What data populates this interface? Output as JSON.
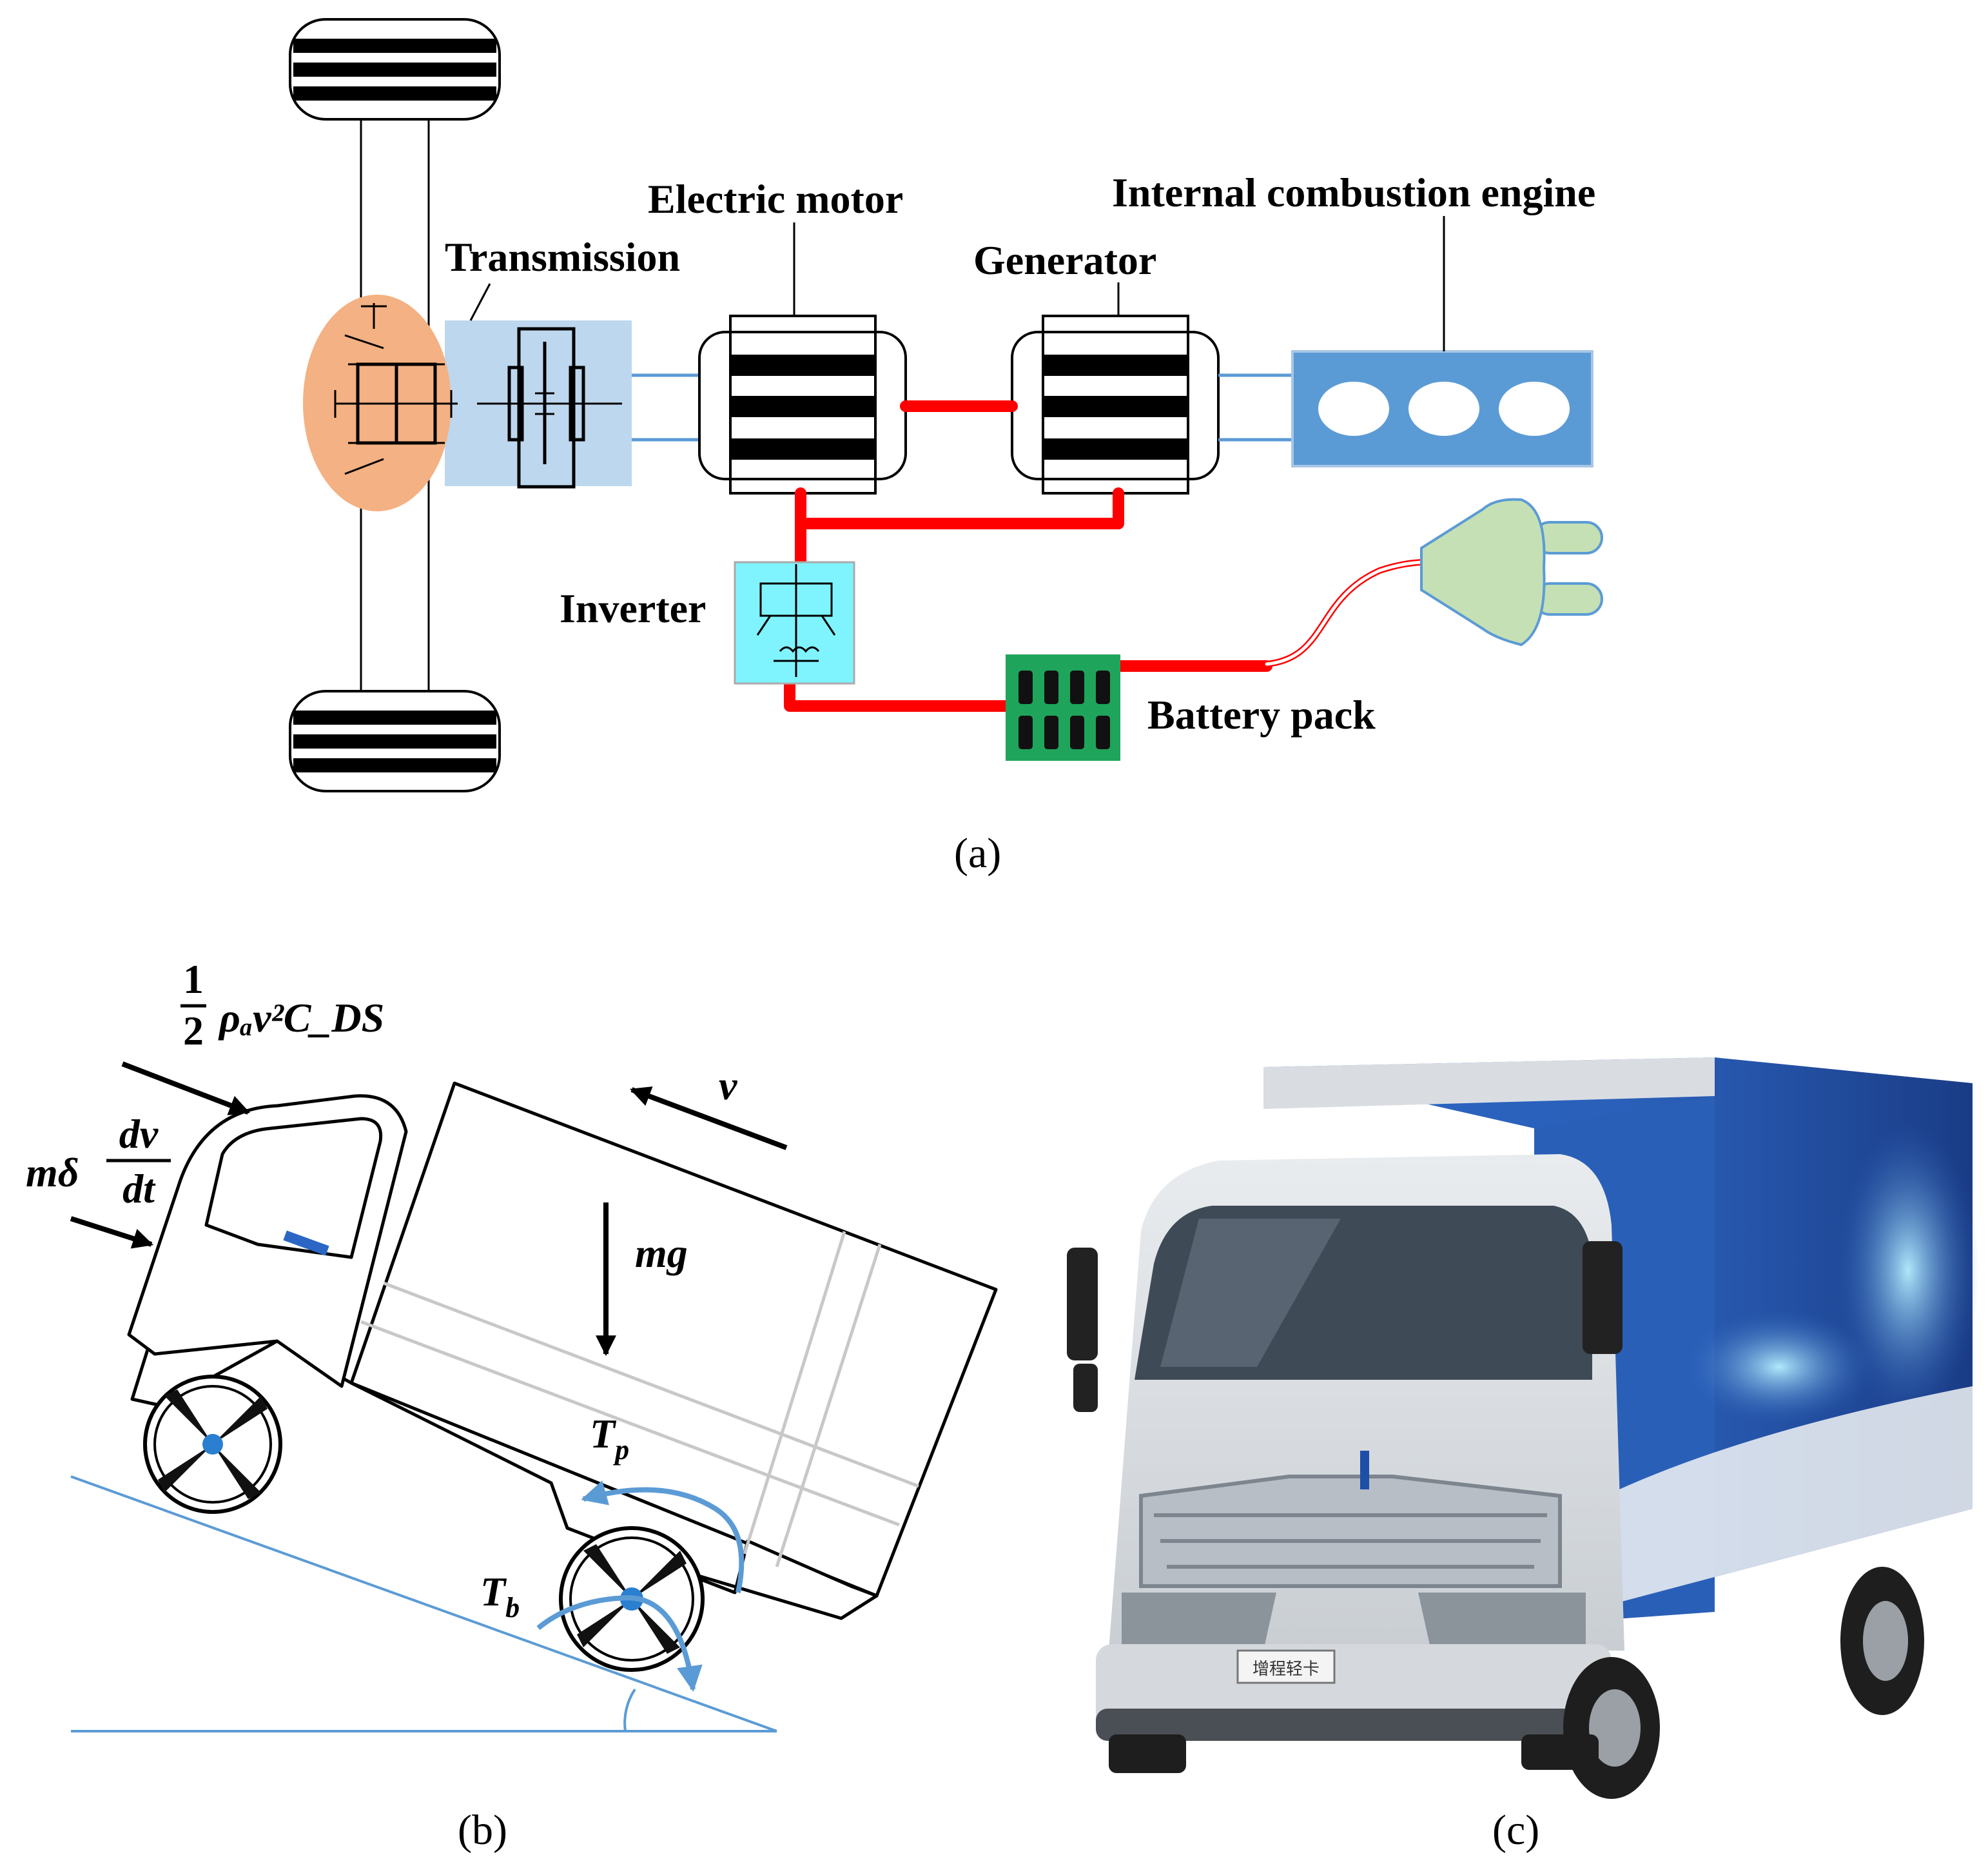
{
  "panel_a": {
    "labels": {
      "transmission": "Transmission",
      "electric_motor": "Electric motor",
      "generator": "Generator",
      "engine": "Internal combustion engine",
      "inverter": "Inverter",
      "battery": "Battery pack"
    },
    "caption": "(a)"
  },
  "panel_b": {
    "aero_frac_num": "1",
    "aero_frac_den": "2",
    "aero_expr": "ρₐv²C_DS",
    "inertia_prefix": "mδ",
    "inertia_num": "dv",
    "inertia_den": "dt",
    "velocity": "v",
    "gravity": "mg",
    "torque_p": "T",
    "torque_p_sub": "p",
    "torque_b": "T",
    "torque_b_sub": "b",
    "caption": "(b)"
  },
  "panel_c": {
    "plate": "增程轻卡",
    "caption": "(c)"
  },
  "colors": {
    "power_line": "#ff0000",
    "transmission_fill": "#bdd7ee",
    "differential_fill": "#f4b183",
    "engine_fill": "#5b9bd5",
    "inverter_fill": "#7ff4ff",
    "battery_fill": "#1fa55b",
    "plug_fill": "#c5e0b4",
    "road": "#5b9bd5",
    "truck_body_blue": "#1e4fa8"
  }
}
